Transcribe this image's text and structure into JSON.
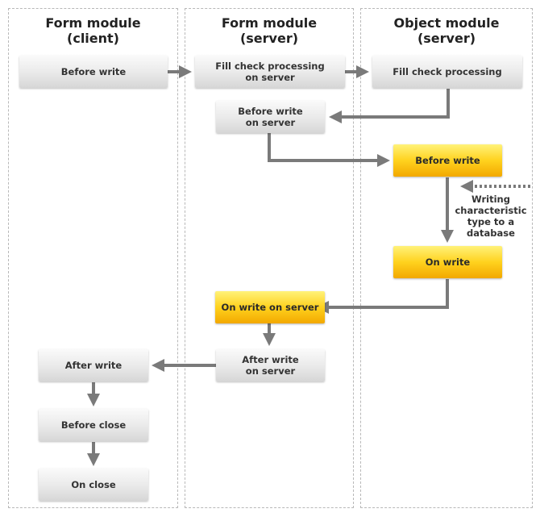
{
  "columns": {
    "client": "Form module\n(client)",
    "form_server": "Form module\n(server)",
    "object_server": "Object module\n(server)"
  },
  "boxes": {
    "client_before_write": "Before write",
    "fill_check_form": "Fill check processing\non server",
    "fill_check_object": "Fill check processing",
    "before_write_on_server": "Before write\non server",
    "object_before_write": "Before write",
    "object_on_write": "On write",
    "on_write_on_server": "On write on server",
    "after_write_on_server": "After write\non server",
    "client_after_write": "After write",
    "client_before_close": "Before close",
    "client_on_close": "On close"
  },
  "note": "Writing\ncharacteristic\ntype to a\ndatabase",
  "colors": {
    "arrow": "#7a7a7a",
    "box_grey": "#e6e6e6",
    "box_yellow": "#ffd21e",
    "column_border": "#b8b8b8"
  }
}
